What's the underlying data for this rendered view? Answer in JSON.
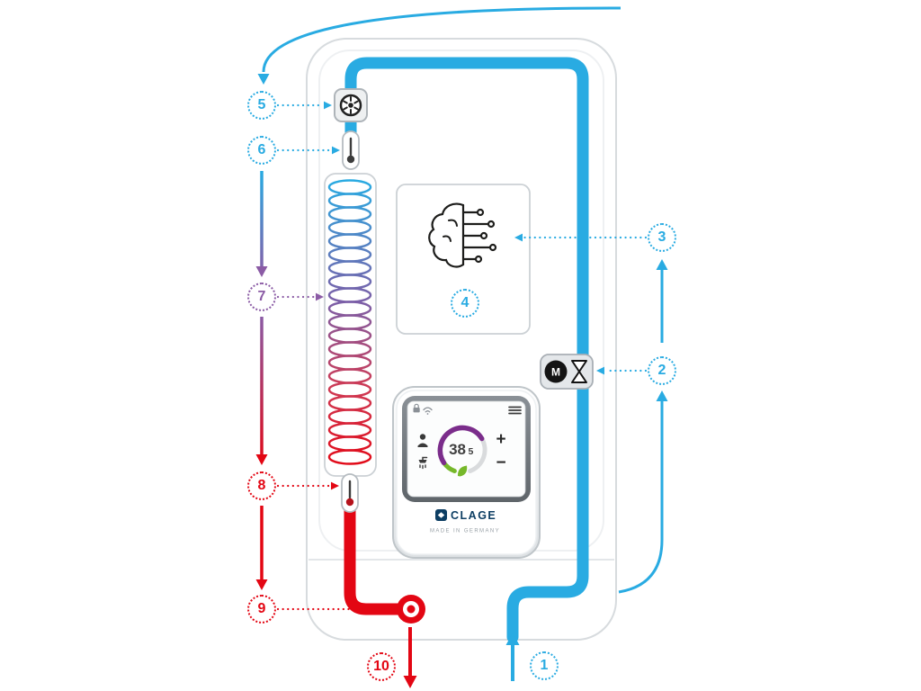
{
  "device": {
    "brand": "CLAGE",
    "made_in": "MADE IN GERMANY"
  },
  "callouts": {
    "c1": {
      "label": "1"
    },
    "c2": {
      "label": "2"
    },
    "c3": {
      "label": "3"
    },
    "c4": {
      "label": "4"
    },
    "c5": {
      "label": "5"
    },
    "c6": {
      "label": "6"
    },
    "c7": {
      "label": "7"
    },
    "c8": {
      "label": "8"
    },
    "c9": {
      "label": "9"
    },
    "c10": {
      "label": "10"
    }
  },
  "valve": {
    "motor_label": "M"
  },
  "display": {
    "temperature_integer": "38",
    "temperature_decimal": "5",
    "plus_label": "+",
    "minus_label": "−"
  },
  "colors": {
    "cold_water_blue": "#29abe2",
    "hot_water_red": "#e30613",
    "mid_purple": "#8b5ba5",
    "eco_green": "#76b82a",
    "brand_navy": "#0d3e63"
  },
  "icons": {
    "flow_sensor": "impeller-flow-sensor-icon",
    "inlet_temperature": "thermometer-icon",
    "heating_element": "heating-coil-icon",
    "outlet_temperature": "thermometer-icon",
    "electronics": "brain-circuit-icon",
    "motor_valve": "motor-valve-icon",
    "outlet": "hot-water-outlet-icon",
    "screen_icons": [
      "lock-icon",
      "wifi-icon",
      "menu-icon",
      "user-icon",
      "shower-icon",
      "leaf-icon"
    ]
  }
}
